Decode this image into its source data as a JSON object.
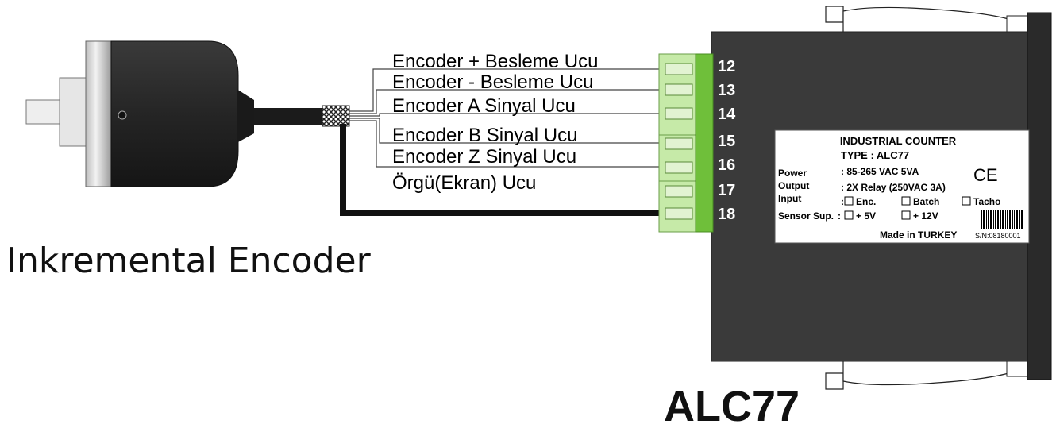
{
  "encoder": {
    "title": "Inkremental Encoder"
  },
  "wires": [
    {
      "label": "Encoder + Besleme Ucu"
    },
    {
      "label": "Encoder - Besleme Ucu"
    },
    {
      "label": "Encoder A Sinyal Ucu"
    },
    {
      "label": "Encoder B Sinyal Ucu"
    },
    {
      "label": "Encoder Z Sinyal Ucu"
    },
    {
      "label": "Örgü(Ekran) Ucu"
    }
  ],
  "terminals": [
    "12",
    "13",
    "14",
    "15",
    "16",
    "17",
    "18"
  ],
  "device": {
    "model": "ALC77",
    "label": {
      "title": "INDUSTRIAL COUNTER",
      "type": "TYPE : ALC77",
      "power_key": "Power",
      "power_val": ": 85-265 VAC  5VA",
      "output_key": "Output",
      "output_val": ": 2X Relay (250VAC 3A)",
      "input_key": "Input",
      "input_sep": ":",
      "input_opts": [
        "Enc.",
        "Batch",
        "Tacho"
      ],
      "sensor_key": "Sensor Sup.",
      "sensor_sep": ":",
      "sensor_opts": [
        "+ 5V",
        "+ 12V"
      ],
      "made_in": "Made in TURKEY",
      "serial": "S/N:08180001",
      "ce_mark": "CE"
    }
  },
  "colors": {
    "device_body": "#3a3a3a",
    "device_front": "#2a2a2a",
    "terminal_green": "#6fbf3a",
    "connector_green": "#c6eaa8",
    "encoder_body": "#2b2b2b",
    "encoder_ring": "#d9d9d9",
    "cable": "#1a1a1a"
  }
}
